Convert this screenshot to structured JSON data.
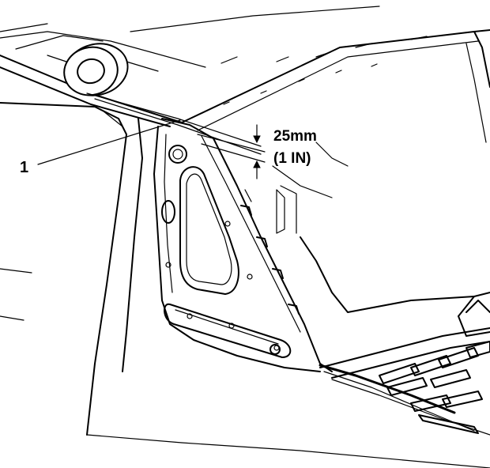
{
  "callouts": {
    "item_1": "1"
  },
  "dimension": {
    "metric": "25mm",
    "imperial": "(1 IN)"
  }
}
